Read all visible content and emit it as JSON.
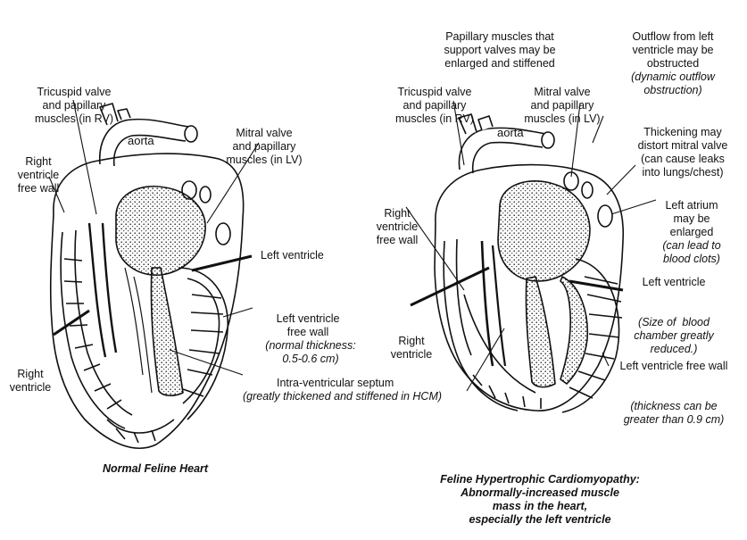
{
  "left_heart": {
    "caption": "Normal Feline Heart",
    "aorta": "aorta",
    "tricuspid": [
      "Tricuspid valve",
      "and papillary",
      "muscles (in RV)"
    ],
    "mitral": [
      "Mitral valve",
      "and papillary",
      "muscles (in LV)"
    ],
    "rv_free_wall": [
      "Right",
      "ventricle",
      "free wall"
    ],
    "left_ventricle": "Left ventricle",
    "lv_free_wall": [
      "Left ventricle",
      "free wall"
    ],
    "lv_free_wall_note": [
      "(normal thickness:",
      "0.5-0.6 cm)"
    ],
    "right_ventricle": [
      "Right",
      "ventricle"
    ],
    "septum": "Intra-ventricular septum",
    "septum_note": "(greatly thickened and stiffened in HCM)"
  },
  "right_heart": {
    "caption": [
      "Feline Hypertrophic Cardiomyopathy:",
      "Abnormally-increased muscle",
      "mass in the heart,",
      "especially the left ventricle"
    ],
    "aorta": "aorta",
    "papillary": [
      "Papillary muscles that",
      "support valves may be",
      "enlarged and stiffened"
    ],
    "outflow": [
      "Outflow from left",
      "ventricle may be",
      "obstructed"
    ],
    "outflow_note": [
      "(dynamic outflow",
      "obstruction)"
    ],
    "tricuspid": [
      "Tricuspid valve",
      "and papillary",
      "muscles (in RV)"
    ],
    "mitral": [
      "Mitral valve",
      "and papillary",
      "muscles (in LV)"
    ],
    "thickening": [
      "Thickening may",
      "distort mitral valve",
      "(can cause leaks",
      "into lungs/chest)"
    ],
    "rv_free_wall": [
      "Right",
      "ventricle",
      "free wall"
    ],
    "left_atrium": [
      "Left atrium",
      "may be",
      "enlarged"
    ],
    "left_atrium_note": [
      "(can lead to",
      "blood clots)"
    ],
    "left_ventricle": "Left ventricle",
    "left_ventricle_note": [
      "(Size of  blood",
      "chamber greatly",
      "reduced.)"
    ],
    "right_ventricle": [
      "Right",
      "ventricle"
    ],
    "lv_free_wall": "Left ventricle free wall",
    "lv_free_wall_note": [
      "(thickness can be",
      "greater than 0.9 cm)"
    ]
  }
}
